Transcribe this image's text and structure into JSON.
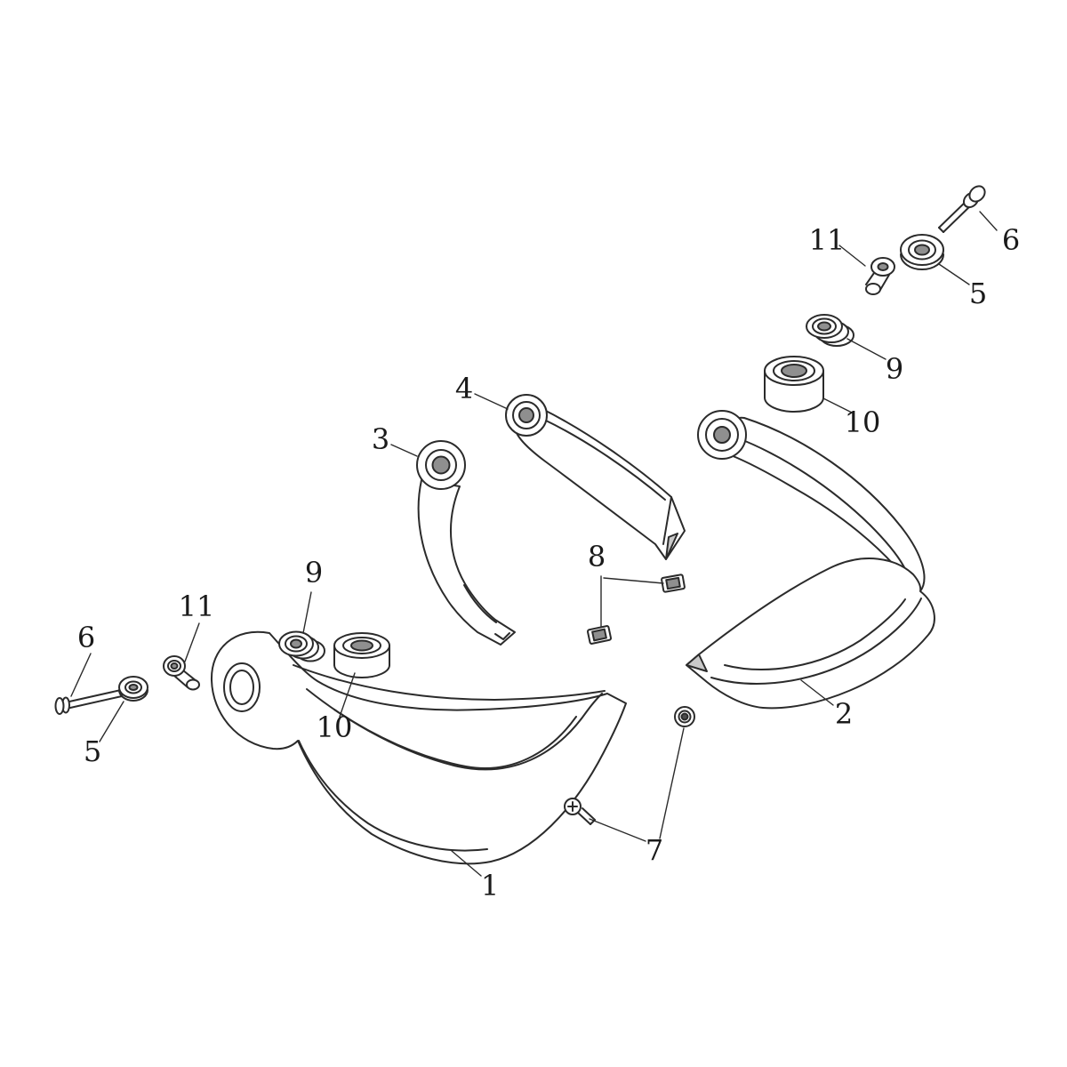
{
  "diagram": {
    "background_color": "#ffffff",
    "stroke_color": "#2b2b2b",
    "callouts": [
      {
        "label": "6"
      },
      {
        "label": "11"
      },
      {
        "label": "5"
      },
      {
        "label": "9"
      },
      {
        "label": "10"
      },
      {
        "label": "4"
      },
      {
        "label": "3"
      },
      {
        "label": "8"
      },
      {
        "label": "9"
      },
      {
        "label": "11"
      },
      {
        "label": "6"
      },
      {
        "label": "10"
      },
      {
        "label": "5"
      },
      {
        "label": "2"
      },
      {
        "label": "7"
      },
      {
        "label": "1"
      }
    ]
  }
}
